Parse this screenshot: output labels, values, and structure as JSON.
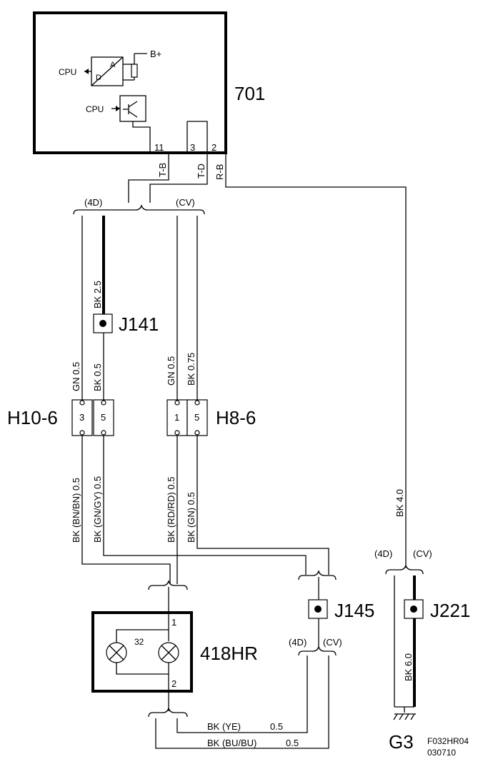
{
  "components": {
    "control_module": {
      "id": "701",
      "b_plus": "B+",
      "cpu1": "CPU",
      "cpu2": "CPU",
      "a": "A",
      "d": "D"
    },
    "pins": {
      "p11": "11",
      "p3": "3",
      "p2": "2"
    },
    "wire_colors_top": {
      "tb": "T-B",
      "td": "T-D",
      "rb": "R-B"
    },
    "variants": {
      "v4d": "(4D)",
      "vcv": "(CV)"
    },
    "splices": {
      "j141": "J141",
      "j145": "J145",
      "j221": "J221"
    },
    "connectors": {
      "h10": {
        "name": "H10-6",
        "pin_a": "3",
        "pin_b": "5"
      },
      "h8": {
        "name": "H8-6",
        "pin_a": "1",
        "pin_b": "5"
      }
    },
    "lamp": {
      "id": "418HR",
      "bulb": "32",
      "pin1": "1",
      "pin2": "2"
    },
    "ground": {
      "id": "G3"
    },
    "figure": {
      "code": "F032HR04",
      "date": "030710"
    }
  },
  "wires": {
    "bk25": "BK 2.5",
    "gn05_a": "GN 0.5",
    "bk05_a": "BK 0.5",
    "gn05_b": "GN 0.5",
    "bk075": "BK 0.75",
    "bk_bnbn": "BK (BN/BN) 0.5",
    "bk_gngy": "BK (GN/GY) 0.5",
    "bk_rdrd": "BK (RD/RD) 0.5",
    "bk_gn": "BK (GN) 0.5",
    "bk40": "BK 4.0",
    "bk60": "BK 6.0",
    "bk_ye": "BK  (YE)",
    "bk_ye_size": "0.5",
    "bk_bubu": "BK  (BU/BU)",
    "bk_bubu_size": "0.5"
  }
}
